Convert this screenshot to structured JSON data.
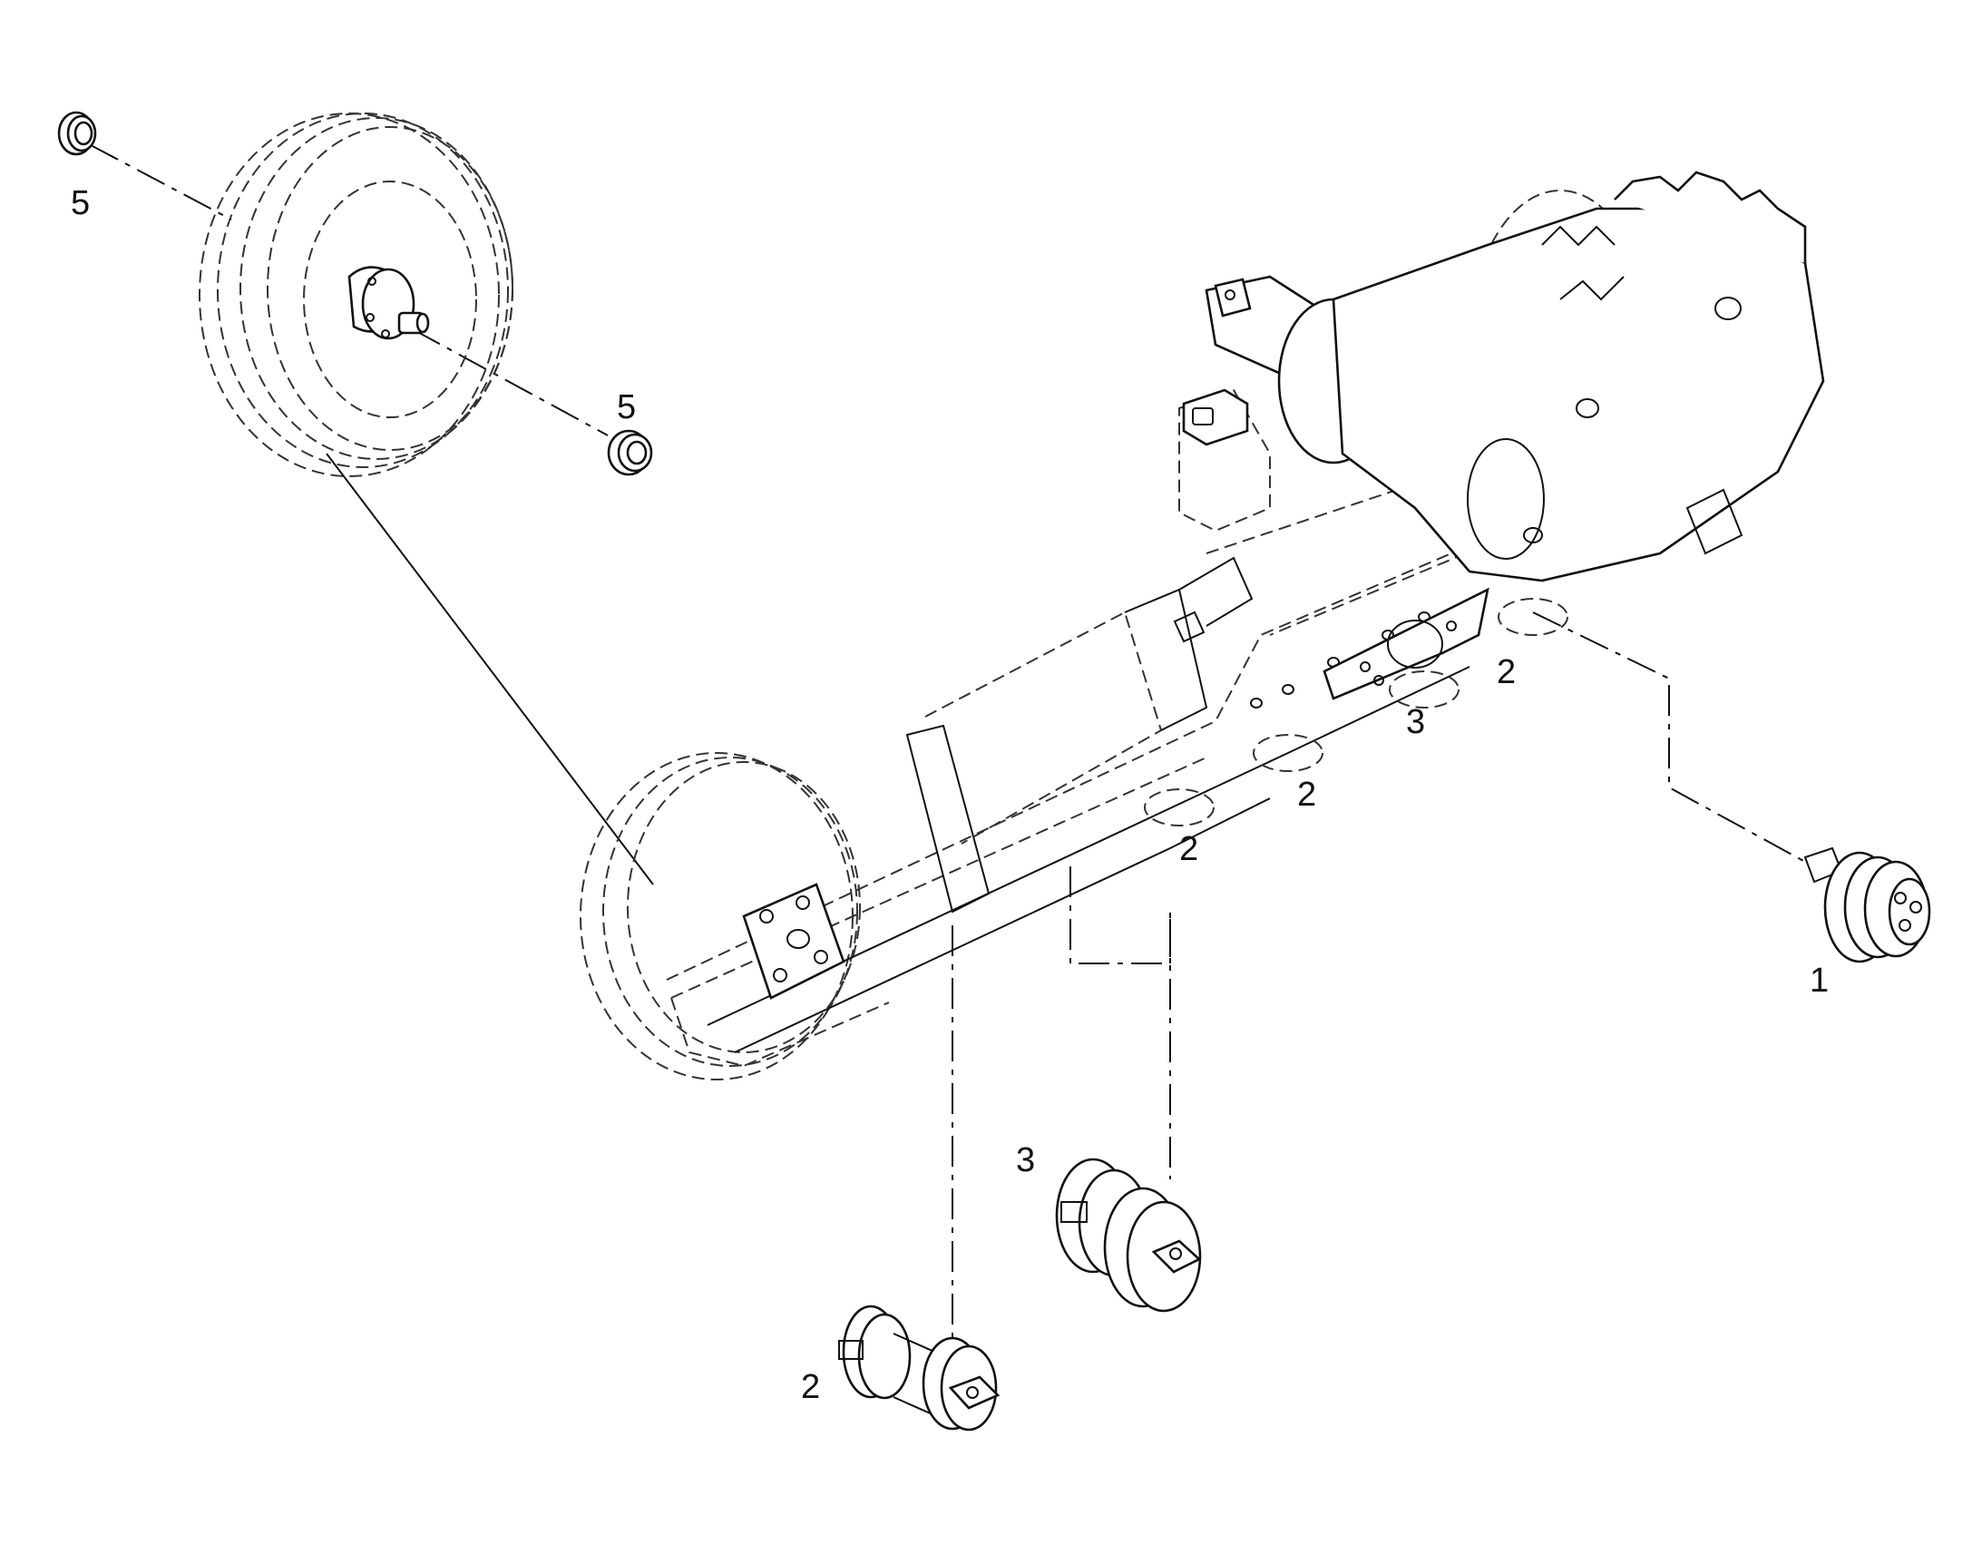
{
  "colors": {
    "ink": "#111111",
    "ghost": "#333333",
    "background": "#ffffff"
  },
  "callouts": {
    "seal_top": "5",
    "seal_mid": "5",
    "carrier_roller_front": "2",
    "carrier_roller_mid": "2",
    "double_flange_on_frame": "3",
    "carrier_roller_rear": "2",
    "drive_roller": "1",
    "exploded_double_roller": "3",
    "exploded_single_roller": "2"
  }
}
